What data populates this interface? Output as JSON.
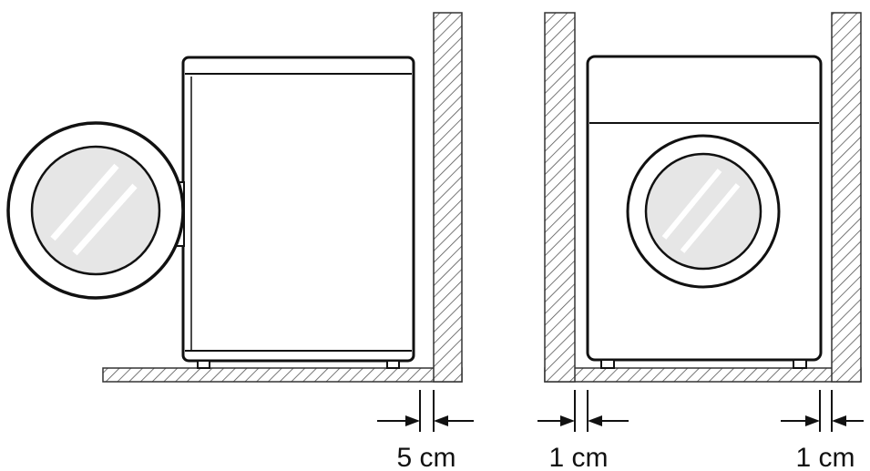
{
  "clearances": {
    "side_view_wall": "5 cm",
    "front_view_left_wall": "1 cm",
    "front_view_right_wall": "1 cm"
  },
  "colors": {
    "stroke": "#111111",
    "hatch": "#555555",
    "glass": "#e6e6e6",
    "glass_highlight": "#ffffff"
  }
}
